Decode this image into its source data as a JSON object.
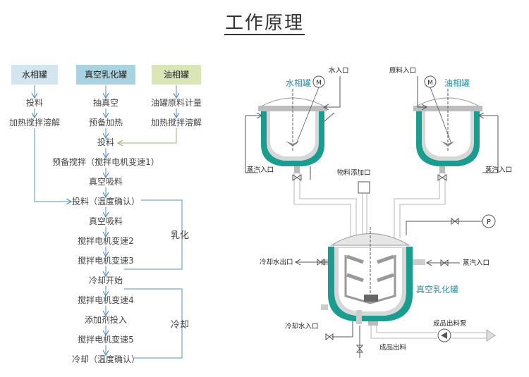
{
  "title": "工作原理",
  "flow": {
    "headers": {
      "water": "水相罐",
      "vacuum": "真空乳化罐",
      "oil": "油相罐"
    },
    "water_col": [
      "投料",
      "加热搅拌溶解"
    ],
    "vacuum_col": [
      "抽真空",
      "预备加热"
    ],
    "oil_col": [
      "油罐原料计量",
      "加热搅拌溶解"
    ],
    "main": [
      "投料",
      "预备搅拌（搅拌电机变速1）",
      "真空吸料",
      "投料（温度确认）",
      "真空吸料",
      "搅拌电机变速2",
      "搅拌电机变速3",
      "冷却开始",
      "搅拌电机变速4",
      "添加剂投入",
      "搅拌电机变速5",
      "冷却（温度确认）"
    ],
    "bracket_emulsify": "乳化",
    "bracket_cool": "冷却",
    "colors": {
      "water_header": "#d3e6f0",
      "vacuum_header": "#a9d3e0",
      "oil_header": "#d9e6b6",
      "arrow_blue": "#5b8fc6",
      "arrow_green": "#9ab86a"
    }
  },
  "diagram": {
    "water_tank": {
      "name": "水相罐",
      "water_in": "水入口",
      "steam_in": "蒸汽入口",
      "motor": "M"
    },
    "oil_tank": {
      "name": "油相罐",
      "material_in": "原料入口",
      "steam_in": "蒸汽入口",
      "motor": "M"
    },
    "material_add": "物料添加口",
    "pump_p": "P",
    "vacuum_tank": {
      "name": "真空乳化罐",
      "cool_out": "冷却水出口",
      "steam_in": "蒸汽入口",
      "cool_in": "冷却水入口"
    },
    "product_pump": "成品出料泵",
    "product_out": "成品出料",
    "colors": {
      "jacket": "#1a9c8e",
      "pipe": "#c9c9c9",
      "label": "#2f8ea0"
    }
  }
}
